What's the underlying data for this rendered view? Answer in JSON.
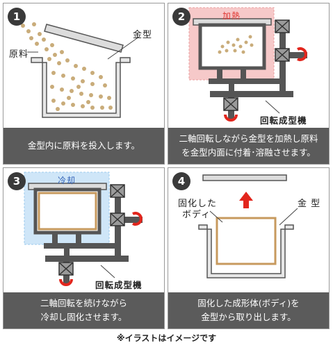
{
  "panels": [
    {
      "number": "1",
      "caption_lines": [
        "金型内に原料を投入します。"
      ],
      "labels": {
        "material": "原料",
        "mold": "金型"
      }
    },
    {
      "number": "2",
      "caption_lines": [
        "二軸回転しながら金型を加熱し原料",
        "を金型内面に付着･溶融させます。"
      ],
      "labels": {
        "heating": "加熱",
        "machine": "回転成型機"
      }
    },
    {
      "number": "3",
      "caption_lines": [
        "二軸回転を続けながら",
        "冷却し固化させます。"
      ],
      "labels": {
        "cooling": "冷却",
        "machine": "回転成型機"
      }
    },
    {
      "number": "4",
      "caption_lines": [
        "固化した成形体(ボディ)を",
        "金型から取り出します。"
      ],
      "labels": {
        "body_line1": "固化した",
        "body_line2": "ボディ",
        "mold": "金 型"
      }
    }
  ],
  "footnote": "※イラストはイメージです",
  "colors": {
    "caption_bg": "#5b5b5b",
    "heat_bg": "#f6c9c9",
    "cool_bg": "#cfe6f8",
    "pellet": "#c9ac7a",
    "body": "#c79a5e",
    "arrow": "#e2261d"
  }
}
